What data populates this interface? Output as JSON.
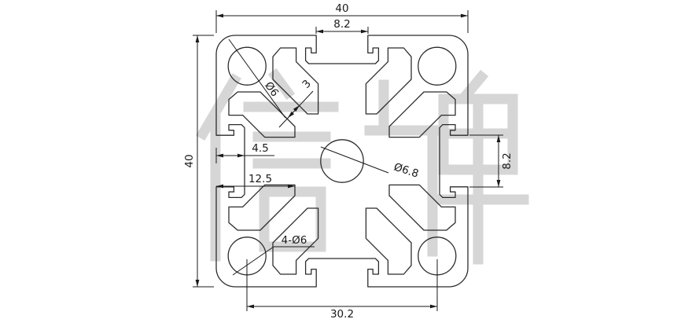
{
  "drawing": {
    "watermark_text": "信牌",
    "dimensions": {
      "top_width": "40",
      "top_slot_width": "8.2",
      "left_height": "40",
      "right_slot_width": "8.2",
      "slot_depth": "4.5",
      "slot_to_core": "12.5",
      "center_bore": "Ø6.8",
      "corner_bore": "Ø6",
      "lip_thickness": "3",
      "corner_bores_note": "4-Ø6",
      "bore_spacing": "30.2"
    },
    "colors": {
      "line": "#2b2b2b",
      "dim": "#1a1a1a",
      "watermark": "#d6d6d6",
      "background": "#ffffff"
    }
  }
}
